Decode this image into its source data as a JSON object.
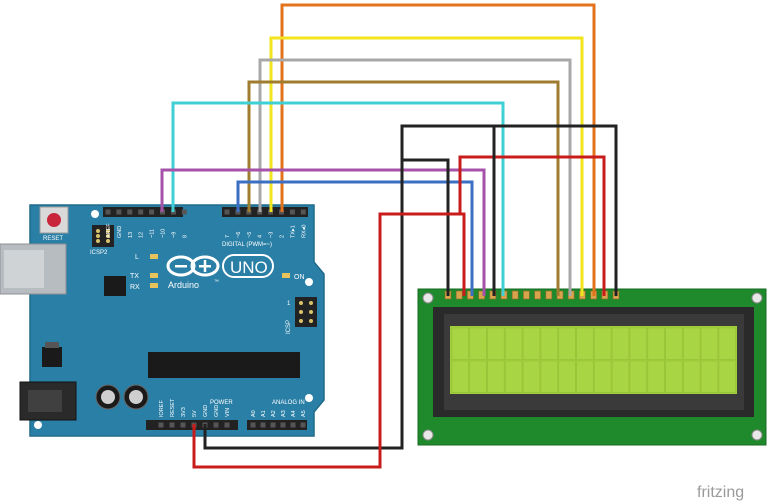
{
  "board": {
    "reset_label": "RESET",
    "icsp2_label": "ICSP2",
    "uno_label": "UNO",
    "arduino_label": "Arduino",
    "trademark": "™",
    "on_label": "ON",
    "digital_label": "DIGITAL (PWM=~)",
    "power_label": "POWER",
    "analog_label": "ANALOG IN",
    "icsp_label": "ICSP",
    "icsp_one": "1",
    "led_l": "L",
    "led_tx": "TX",
    "led_rx": "RX",
    "digital_pins": [
      "AREF",
      "GND",
      "13",
      "12",
      "~11",
      "~10",
      "~9",
      "8",
      "7",
      "~6",
      "~5",
      "4",
      "~3",
      "2",
      "TX▸1",
      "RX◂0"
    ],
    "power_pins": [
      "IOREF",
      "RESET",
      "3V3",
      "5V",
      "GND",
      "GND",
      "VIN"
    ],
    "analog_pins": [
      "A0",
      "A1",
      "A2",
      "A3",
      "A4",
      "A5"
    ]
  },
  "watermark": "fritzing",
  "colors": {
    "board": "#2a7fa6",
    "board_edge": "#1f6a8c",
    "lcd_pcb": "#1f8a2c",
    "lcd_screen": "#9fce3a",
    "wire_orange": "#e2731c",
    "wire_yellow": "#f2e51e",
    "wire_gray": "#a8a8a8",
    "wire_brown": "#a07c2e",
    "wire_cyan": "#3fd0d6",
    "wire_purple": "#a552a8",
    "wire_blue": "#3b6fc4",
    "wire_black": "#222222",
    "wire_red": "#c81c1c"
  }
}
